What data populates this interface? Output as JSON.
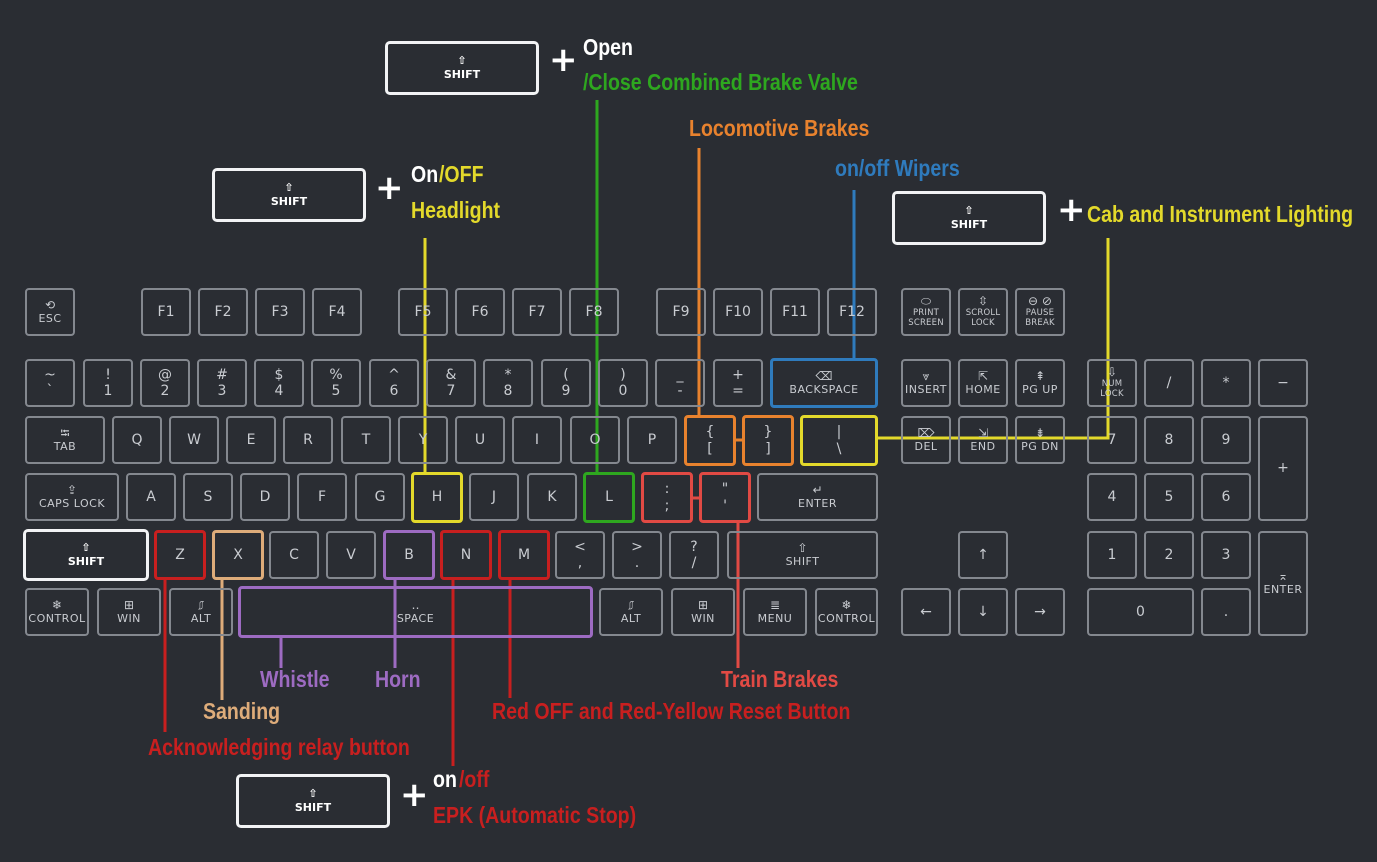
{
  "colors": {
    "background": "#2a2d33",
    "key_border": "#84888f",
    "key_text": "#c9ccd1",
    "white": "#ffffff",
    "green": "#2ea71f",
    "yellow": "#e3d92b",
    "orange": "#e8822e",
    "blue": "#2f7bbd",
    "red": "#c81f1f",
    "salmon": "#e14a44",
    "tan": "#deac7a",
    "purple": "#9d6bc2"
  },
  "shift_key": {
    "icon": "⇧",
    "label": "SHIFT"
  },
  "plus": "+",
  "labels": {
    "brake_valve_open": "Open",
    "brake_valve_close": "/Close Combined Brake Valve",
    "locomotive_brakes": "Locomotive Brakes",
    "wipers": "on/off Wipers",
    "headlight_on": "On",
    "headlight_off": "/OFF",
    "headlight": "Headlight",
    "cab_lighting": "Cab and Instrument Lighting",
    "whistle": "Whistle",
    "horn": "Horn",
    "sanding": "Sanding",
    "acknowledging": "Acknowledging relay button",
    "train_brakes": "Train Brakes",
    "red_off_reset": "Red OFF and Red-Yellow Reset Button",
    "epk_on": "on",
    "epk_off": "/off",
    "epk": "EPK (Automatic Stop)"
  },
  "keys": {
    "esc": {
      "icon": "⟲",
      "label": "ESC"
    },
    "f1": "F1",
    "f2": "F2",
    "f3": "F3",
    "f4": "F4",
    "f5": "F5",
    "f6": "F6",
    "f7": "F7",
    "f8": "F8",
    "f9": "F9",
    "f10": "F10",
    "f11": "F11",
    "f12": "F12",
    "print_screen": {
      "icon": "⬭",
      "label": "PRINT SCREEN"
    },
    "scroll_lock": {
      "icon": "⇳",
      "label": "SCROLL LOCK"
    },
    "pause_break": {
      "icon": "⊖ ⊘",
      "label": "PAUSE BREAK"
    },
    "backquote": {
      "top": "~",
      "bottom": "`"
    },
    "d1": {
      "top": "!",
      "bottom": "1"
    },
    "d2": {
      "top": "@",
      "bottom": "2"
    },
    "d3": {
      "top": "#",
      "bottom": "3"
    },
    "d4": {
      "top": "$",
      "bottom": "4"
    },
    "d5": {
      "top": "%",
      "bottom": "5"
    },
    "d6": {
      "top": "^",
      "bottom": "6"
    },
    "d7": {
      "top": "&",
      "bottom": "7"
    },
    "d8": {
      "top": "*",
      "bottom": "8"
    },
    "d9": {
      "top": "(",
      "bottom": "9"
    },
    "d0": {
      "top": ")",
      "bottom": "0"
    },
    "minus": {
      "top": "_",
      "bottom": "-"
    },
    "equal": {
      "top": "+",
      "bottom": "="
    },
    "backspace": {
      "icon": "⌫",
      "label": "BACKSPACE"
    },
    "insert": {
      "icon": "⩔",
      "label": "INSERT"
    },
    "home": {
      "icon": "⇱",
      "label": "HOME"
    },
    "pg_up": {
      "icon": "⇞",
      "label": "PG UP"
    },
    "num_lock": {
      "icon": "⇩",
      "label": "NUM LOCK"
    },
    "num_div": "/",
    "num_mul": "*",
    "num_minus": "−",
    "tab": {
      "icon": "⭾",
      "label": "TAB"
    },
    "q": "Q",
    "w": "W",
    "e": "E",
    "r": "R",
    "t": "T",
    "y": "Y",
    "u": "U",
    "i": "I",
    "o": "O",
    "p": "P",
    "lbracket": {
      "top": "{",
      "bottom": "["
    },
    "rbracket": {
      "top": "}",
      "bottom": "]"
    },
    "backslash": {
      "top": "|",
      "bottom": "\\"
    },
    "del": {
      "icon": "⌦",
      "label": "DEL"
    },
    "end": {
      "icon": "⇲",
      "label": "END"
    },
    "pg_dn": {
      "icon": "⇟",
      "label": "PG DN"
    },
    "n7": "7",
    "n8": "8",
    "n9": "9",
    "num_plus": "+",
    "caps_lock": {
      "icon": "⇪",
      "label": "CAPS LOCK"
    },
    "a": "A",
    "s": "S",
    "d": "D",
    "f": "F",
    "g": "G",
    "h": "H",
    "j": "J",
    "k": "K",
    "l": "L",
    "semicolon": {
      "top": ":",
      "bottom": ";"
    },
    "quote": {
      "top": "\"",
      "bottom": "'"
    },
    "enter": {
      "icon": "↵",
      "label": "ENTER"
    },
    "n4": "4",
    "n5": "5",
    "n6": "6",
    "shift_left": {
      "icon": "⇧",
      "label": "SHIFT"
    },
    "z": "Z",
    "x": "X",
    "c": "C",
    "v": "V",
    "b": "B",
    "n": "N",
    "m": "M",
    "comma": {
      "top": "<",
      "bottom": ","
    },
    "period": {
      "top": ">",
      "bottom": "."
    },
    "slash": {
      "top": "?",
      "bottom": "/"
    },
    "shift_right": {
      "icon": "⇧",
      "label": "SHIFT"
    },
    "arrow_up": "↑",
    "n1": "1",
    "n2": "2",
    "n3": "3",
    "num_enter": {
      "icon": "⌅",
      "label": "ENTER"
    },
    "control_left": {
      "icon": "❄",
      "label": "CONTROL"
    },
    "win_left": {
      "icon": "⊞",
      "label": "WIN"
    },
    "alt_left": {
      "icon": "⎎",
      "label": "ALT"
    },
    "space": {
      "icon": "‥",
      "label": "SPACE"
    },
    "alt_right": {
      "icon": "⎎",
      "label": "ALT"
    },
    "win_right": {
      "icon": "⊞",
      "label": "WIN"
    },
    "menu": {
      "icon": "≣",
      "label": "MENU"
    },
    "control_right": {
      "icon": "❄",
      "label": "CONTROL"
    },
    "arrow_left": "←",
    "arrow_down": "↓",
    "arrow_right": "→",
    "n0": "0",
    "num_dot": "."
  }
}
